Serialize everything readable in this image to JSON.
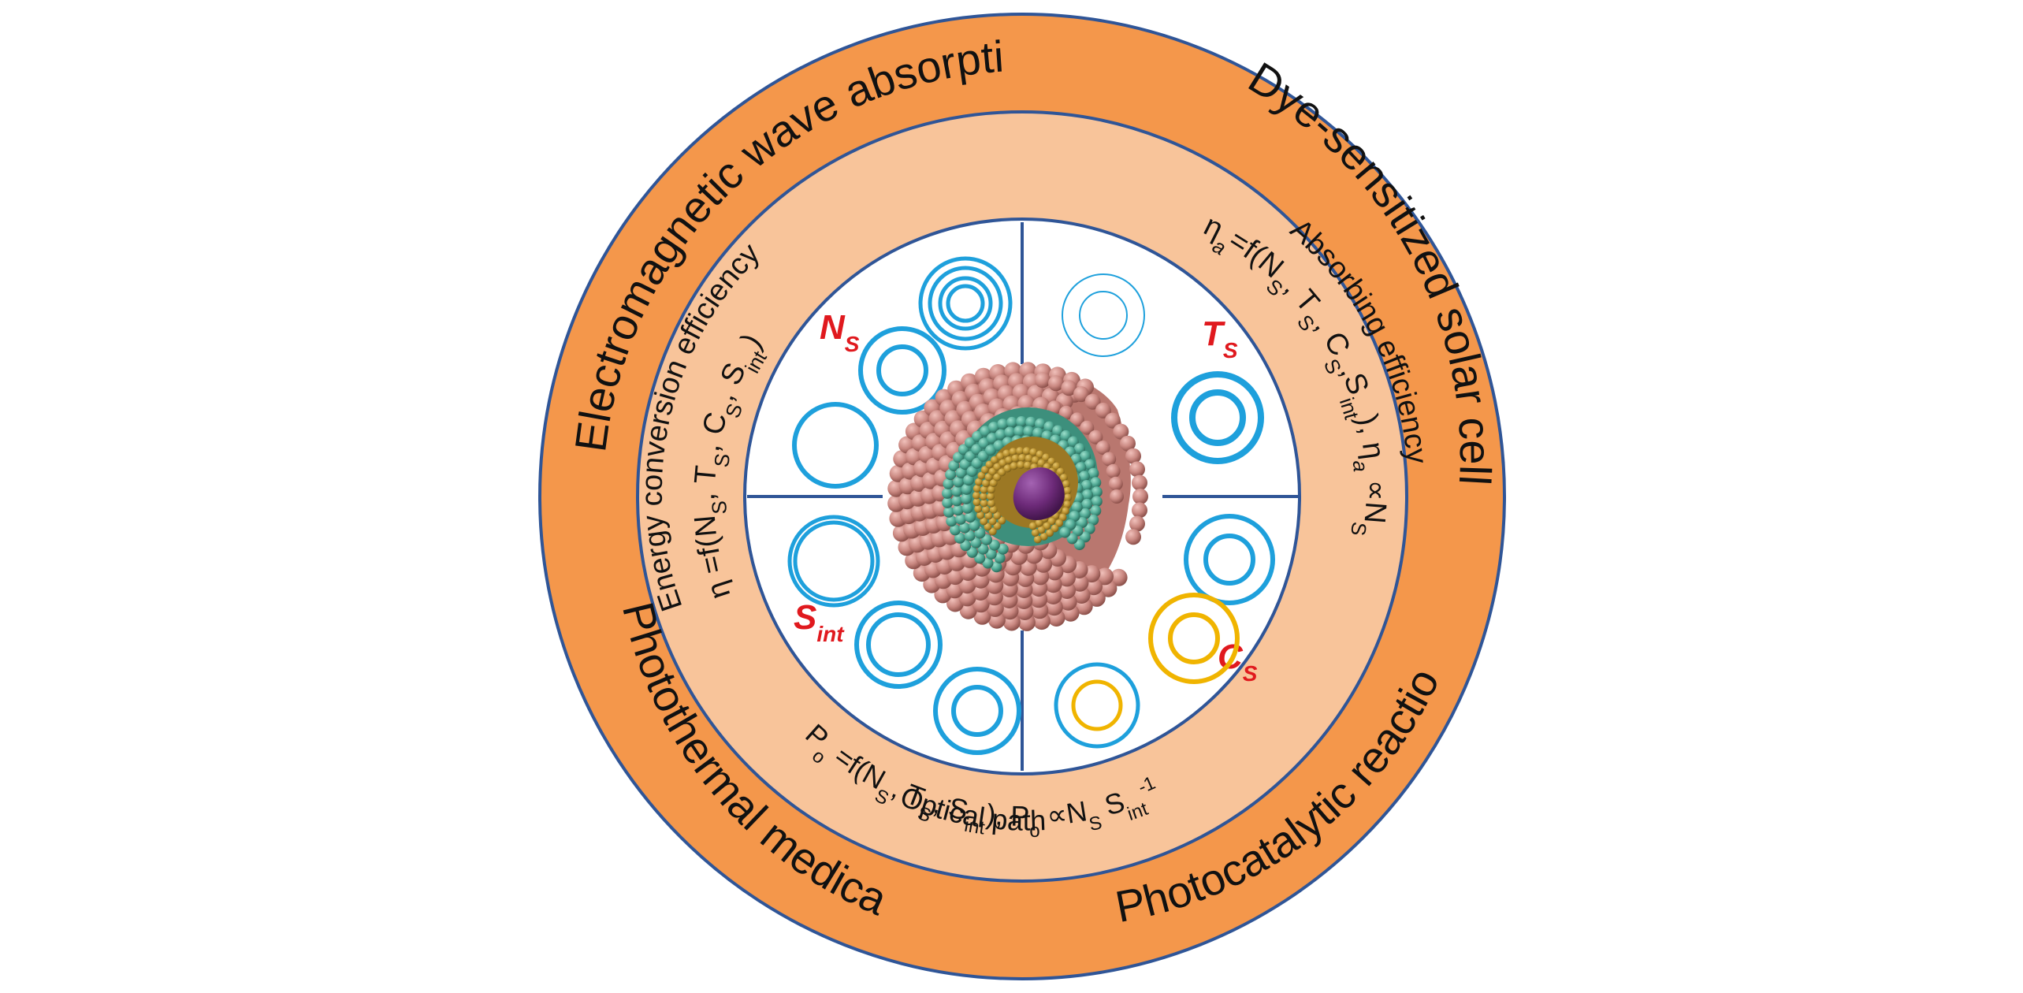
{
  "applications": {
    "top_left": "Electromagnetic wave absorption",
    "top_right": "Dye-sensitized solar cell",
    "bottom_left": "Photothermal medical",
    "bottom_right": "Photocatalytic reaction"
  },
  "efficiencies": {
    "energy_conversion": {
      "title": "Energy conversion efficiency",
      "formula": "η =f(N",
      "formula_vars": [
        "S",
        ", T",
        "S",
        ", C",
        "S",
        ", S",
        "int",
        ")"
      ]
    },
    "absorbing": {
      "title": "Absorbing efficiency",
      "formula_start": "η",
      "formula_sub": "a",
      "formula_mid": "=f(N",
      "formula_rest": [
        "S",
        ", T",
        "S",
        ", C",
        "S",
        ",S",
        "int",
        "), η",
        "a",
        " ∝N",
        "S"
      ]
    },
    "optical_path": {
      "title": "Optical path",
      "formula": [
        "P",
        "o",
        " =f(N",
        "S",
        ", T",
        "S",
        ", S",
        "int",
        "), P",
        "o",
        " ∝N",
        "S",
        " S",
        "int",
        "-1"
      ]
    }
  },
  "parameters": {
    "shell_number": {
      "main": "N",
      "sub": "S"
    },
    "shell_thickness": {
      "main": "T",
      "sub": "S"
    },
    "shell_composition": {
      "main": "C",
      "sub": "S"
    },
    "interface": {
      "main": "S",
      "sub": "int"
    }
  },
  "colors": {
    "outer_ring": "#f4974b",
    "inner_ring": "#f8c49a",
    "border": "#2f5597",
    "ring_blue": "#1ea0dc",
    "ring_yellow": "#f0b400",
    "param_red": "#e0191e",
    "shell_pink": "#c8867f",
    "shell_teal": "#4fa893",
    "shell_gold": "#b8902e",
    "core_purple": "#6e2b7a"
  }
}
